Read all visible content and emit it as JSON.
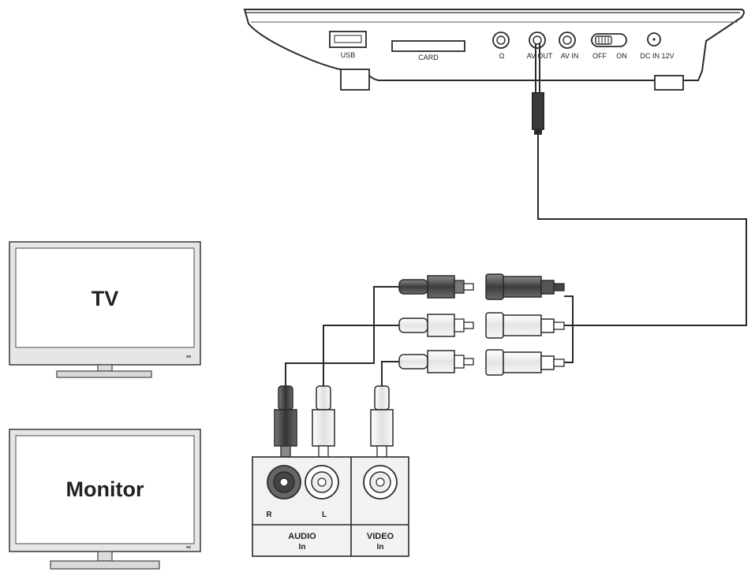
{
  "player": {
    "ports": {
      "usb": "USB",
      "card": "CARD",
      "headphone": "Ω",
      "av_out": "AV OUT",
      "av_in": "AV IN",
      "off": "OFF",
      "on": "ON",
      "dc_in": "DC IN 12V"
    }
  },
  "devices": {
    "tv": "TV",
    "monitor": "Monitor"
  },
  "input_panel": {
    "audio_r": "R",
    "audio_l": "L",
    "audio": "AUDIO",
    "audio_sub": "In",
    "video": "VIDEO",
    "video_sub": "In"
  },
  "colors": {
    "line": "#2a2a2a",
    "red_plug": "#5a5a5a",
    "white_plug": "#f4f4f4",
    "yellow_plug": "#e6e6e6",
    "panel_bg": "#f2f2f2"
  }
}
